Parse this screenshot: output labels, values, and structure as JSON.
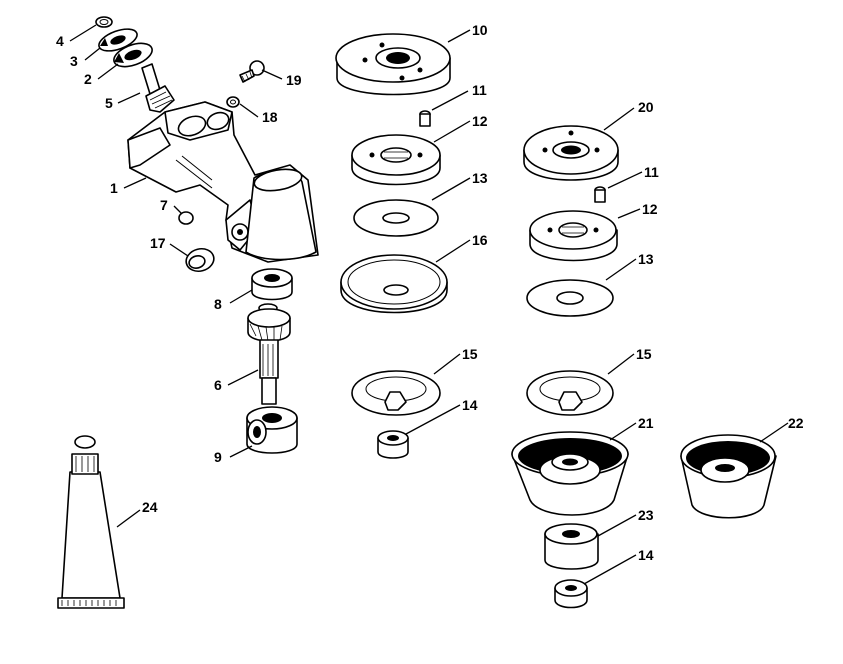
{
  "callouts": {
    "c1": "1",
    "c2": "2",
    "c3": "3",
    "c4": "4",
    "c5": "5",
    "c6": "6",
    "c7": "7",
    "c8": "8",
    "c9": "9",
    "c10": "10",
    "c11a": "11",
    "c11b": "11",
    "c12a": "12",
    "c12b": "12",
    "c13a": "13",
    "c13b": "13",
    "c14a": "14",
    "c14b": "14",
    "c15a": "15",
    "c15b": "15",
    "c16": "16",
    "c17": "17",
    "c18": "18",
    "c19": "19",
    "c20": "20",
    "c21": "21",
    "c22": "22",
    "c23": "23",
    "c24": "24"
  }
}
